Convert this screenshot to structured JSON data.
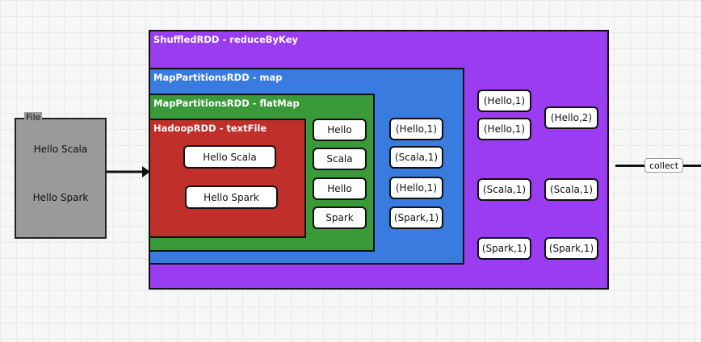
{
  "file": {
    "label": "File",
    "lines": [
      "Hello Scala",
      "Hello Spark"
    ]
  },
  "layers": {
    "shuffled": "ShuffledRDD - reduceByKey",
    "map_partitions_map": "MapPartitionsRDD - map",
    "map_partitions_flatmap": "MapPartitionsRDD - flatMap",
    "hadoop": "HadoopRDD - textFile"
  },
  "hadoop_items": [
    "Hello Scala",
    "Hello Spark"
  ],
  "flatmap_items": [
    "Hello",
    "Scala",
    "Hello",
    "Spark"
  ],
  "map_items": [
    "(Hello,1)",
    "(Scala,1)",
    "(Hello,1)",
    "(Spark,1)"
  ],
  "shuffle_groups": [
    "(Hello,1)",
    "(Hello,1)",
    "(Scala,1)",
    "(Spark,1)"
  ],
  "reduced": [
    "(Hello,2)",
    "(Scala,1)",
    "(Spark,1)"
  ],
  "action": "collect",
  "colors": {
    "shuffled": "#9a3cf0",
    "map": "#3a7be0",
    "flatmap": "#3a9a3a",
    "hadoop": "#c0302a",
    "file": "#9a9a9a"
  }
}
